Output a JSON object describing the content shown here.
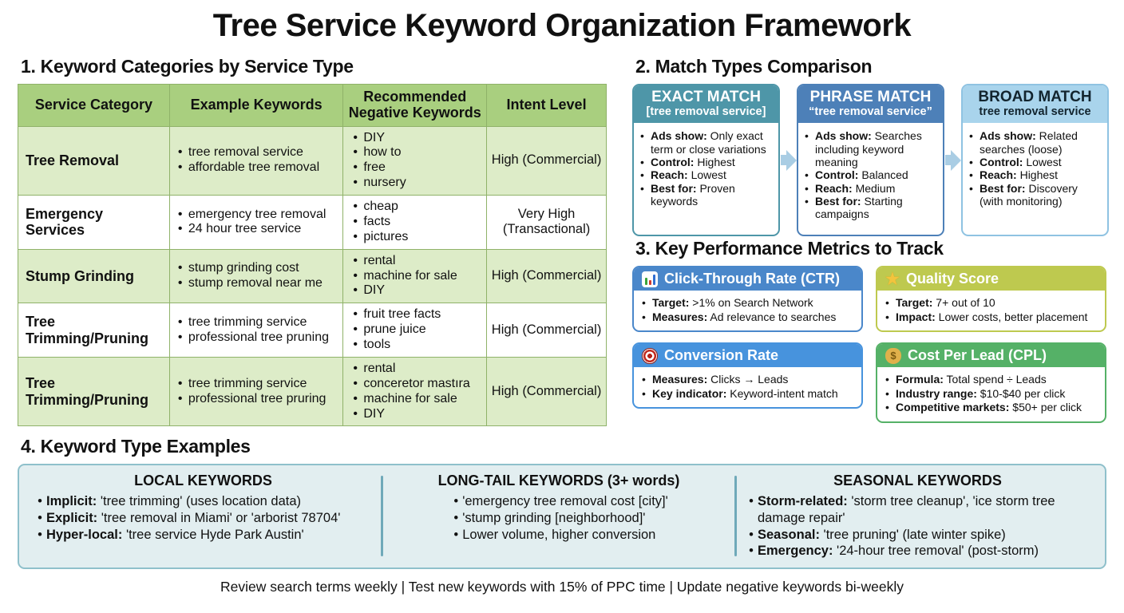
{
  "title": "Tree Service Keyword Organization Framework",
  "section1": {
    "heading": "1. Keyword Categories by Service Type",
    "table": {
      "headers": [
        "Service Category",
        "Example Keywords",
        "Recommended Negative Keywords",
        "Intent Level"
      ],
      "rows": [
        {
          "category": "Tree Removal",
          "examples": [
            "tree removal service",
            "affordable tree removal"
          ],
          "negatives": [
            "DIY",
            "how to",
            "free",
            "nursery"
          ],
          "intent": "High (Commercial)"
        },
        {
          "category": "Emergency Services",
          "examples": [
            "emergency tree removal",
            "24 hour tree service"
          ],
          "negatives": [
            "cheap",
            "facts",
            "pictures"
          ],
          "intent": "Very High (Transactional)"
        },
        {
          "category": "Stump Grinding",
          "examples": [
            "stump grinding cost",
            "stump removal near me"
          ],
          "negatives": [
            "rental",
            "machine for sale",
            "DIY"
          ],
          "intent": "High (Commercial)"
        },
        {
          "category": "Tree Trimming/Pruning",
          "examples": [
            "tree trimming service",
            "professional tree pruning"
          ],
          "negatives": [
            "fruit tree facts",
            "prune juice",
            "tools"
          ],
          "intent": "High (Commercial)"
        },
        {
          "category": "Tree Trimming/Pruning",
          "examples": [
            "tree trimming service",
            "professional tree pruring"
          ],
          "negatives": [
            "rental",
            "conceretor mastıra",
            "machine for sale",
            "DIY"
          ],
          "intent": "High (Commercial)"
        }
      ]
    }
  },
  "section2": {
    "heading": "2. Match Types Comparison",
    "cards": [
      {
        "title": "EXACT MATCH",
        "subtitle": "[tree removal service]",
        "header_bg": "#4e96a8",
        "header_text": "#ffffff",
        "border": "#4e96a8",
        "items": [
          {
            "label": "Ads show:",
            "text": " Only exact term or close variations"
          },
          {
            "label": "Control:",
            "text": " Highest"
          },
          {
            "label": "Reach:",
            "text": " Lowest"
          },
          {
            "label": "Best for:",
            "text": " Proven keywords"
          }
        ]
      },
      {
        "title": "PHRASE MATCH",
        "subtitle": "“tree removal service”",
        "header_bg": "#4d80b8",
        "header_text": "#ffffff",
        "border": "#4d80b8",
        "items": [
          {
            "label": "Ads show:",
            "text": " Searches including keyword meaning"
          },
          {
            "label": "Control:",
            "text": " Balanced"
          },
          {
            "label": "Reach:",
            "text": " Medium"
          },
          {
            "label": "Best for:",
            "text": " Starting campaigns"
          }
        ]
      },
      {
        "title": "BROAD MATCH",
        "subtitle": "tree removal service",
        "header_bg": "#a9d4ec",
        "header_text": "#12242e",
        "border": "#8fc3e2",
        "items": [
          {
            "label": "Ads show:",
            "text": " Related searches (loose)"
          },
          {
            "label": "Control:",
            "text": " Lowest"
          },
          {
            "label": "Reach:",
            "text": " Highest"
          },
          {
            "label": "Best for:",
            "text": " Discovery (with monitoring)"
          }
        ]
      }
    ]
  },
  "section3": {
    "heading": "3. Key Performance Metrics to Track",
    "cards": [
      {
        "icon": "bar-chart",
        "title": "Click-Through Rate (CTR)",
        "header_bg": "#4a87ca",
        "border": "#4a87ca",
        "items": [
          {
            "label": "Target:",
            "text": " >1% on Search Network"
          },
          {
            "label": "Measures:",
            "text": " Ad relevance to searches"
          }
        ]
      },
      {
        "icon": "star",
        "title": "Quality Score",
        "header_bg": "#bec94f",
        "border": "#bec94f",
        "items": [
          {
            "label": "Target:",
            "text": " 7+ out of 10"
          },
          {
            "label": "Impact:",
            "text": " Lower costs, better placement"
          }
        ]
      },
      {
        "icon": "target",
        "title": "Conversion Rate",
        "header_bg": "#4793dd",
        "border": "#4793dd",
        "items": [
          {
            "label": "Measures:",
            "text": " Clicks → Leads"
          },
          {
            "label": "Key indicator:",
            "text": " Keyword-intent match"
          }
        ]
      },
      {
        "icon": "money-bag",
        "title": "Cost Per Lead (CPL)",
        "header_bg": "#55b167",
        "border": "#55b167",
        "items": [
          {
            "label": "Formula:",
            "text": " Total spend ÷ Leads"
          },
          {
            "label": "Industry range:",
            "text": " $10-$40 per click"
          },
          {
            "label": "Competitive markets:",
            "text": " $50+ per click"
          }
        ]
      }
    ]
  },
  "section4": {
    "heading": "4. Keyword Type Examples",
    "columns": [
      {
        "title": "LOCAL KEYWORDS",
        "items": [
          {
            "label": "Implicit:",
            "text": " 'tree trimming' (uses location data)"
          },
          {
            "label": "Explicit:",
            "text": " 'tree removal in Miami' or 'arborist 78704'"
          },
          {
            "label": "Hyper-local:",
            "text": " 'tree service Hyde Park Austin'"
          }
        ]
      },
      {
        "title": "LONG-TAIL KEYWORDS (3+ words)",
        "items": [
          {
            "label": "",
            "text": "'emergency tree removal cost [city]'"
          },
          {
            "label": "",
            "text": "'stump grinding [neighborhood]'"
          },
          {
            "label": "",
            "text": "Lower volume, higher conversion"
          }
        ]
      },
      {
        "title": "SEASONAL KEYWORDS",
        "items": [
          {
            "label": "Storm-related:",
            "text": " 'storm tree cleanup', 'ice storm tree damage repair'"
          },
          {
            "label": "Seasonal:",
            "text": " 'tree pruning' (late winter spike)"
          },
          {
            "label": "Emergency:",
            "text": " '24-hour tree removal' (post-storm)"
          }
        ]
      }
    ]
  },
  "footer": "Review search terms weekly | Test new keywords with 15% of PPC time | Update negative keywords bi-weekly",
  "colors": {
    "table_header_bg": "#a9cf7f",
    "table_row_alt_bg": "#ddecc8",
    "table_border": "#8fb269",
    "arrow": "#a9cde4",
    "section4_bg": "#e2eef0",
    "section4_border": "#8fc0cb",
    "section4_divider": "#6fa9b9"
  }
}
